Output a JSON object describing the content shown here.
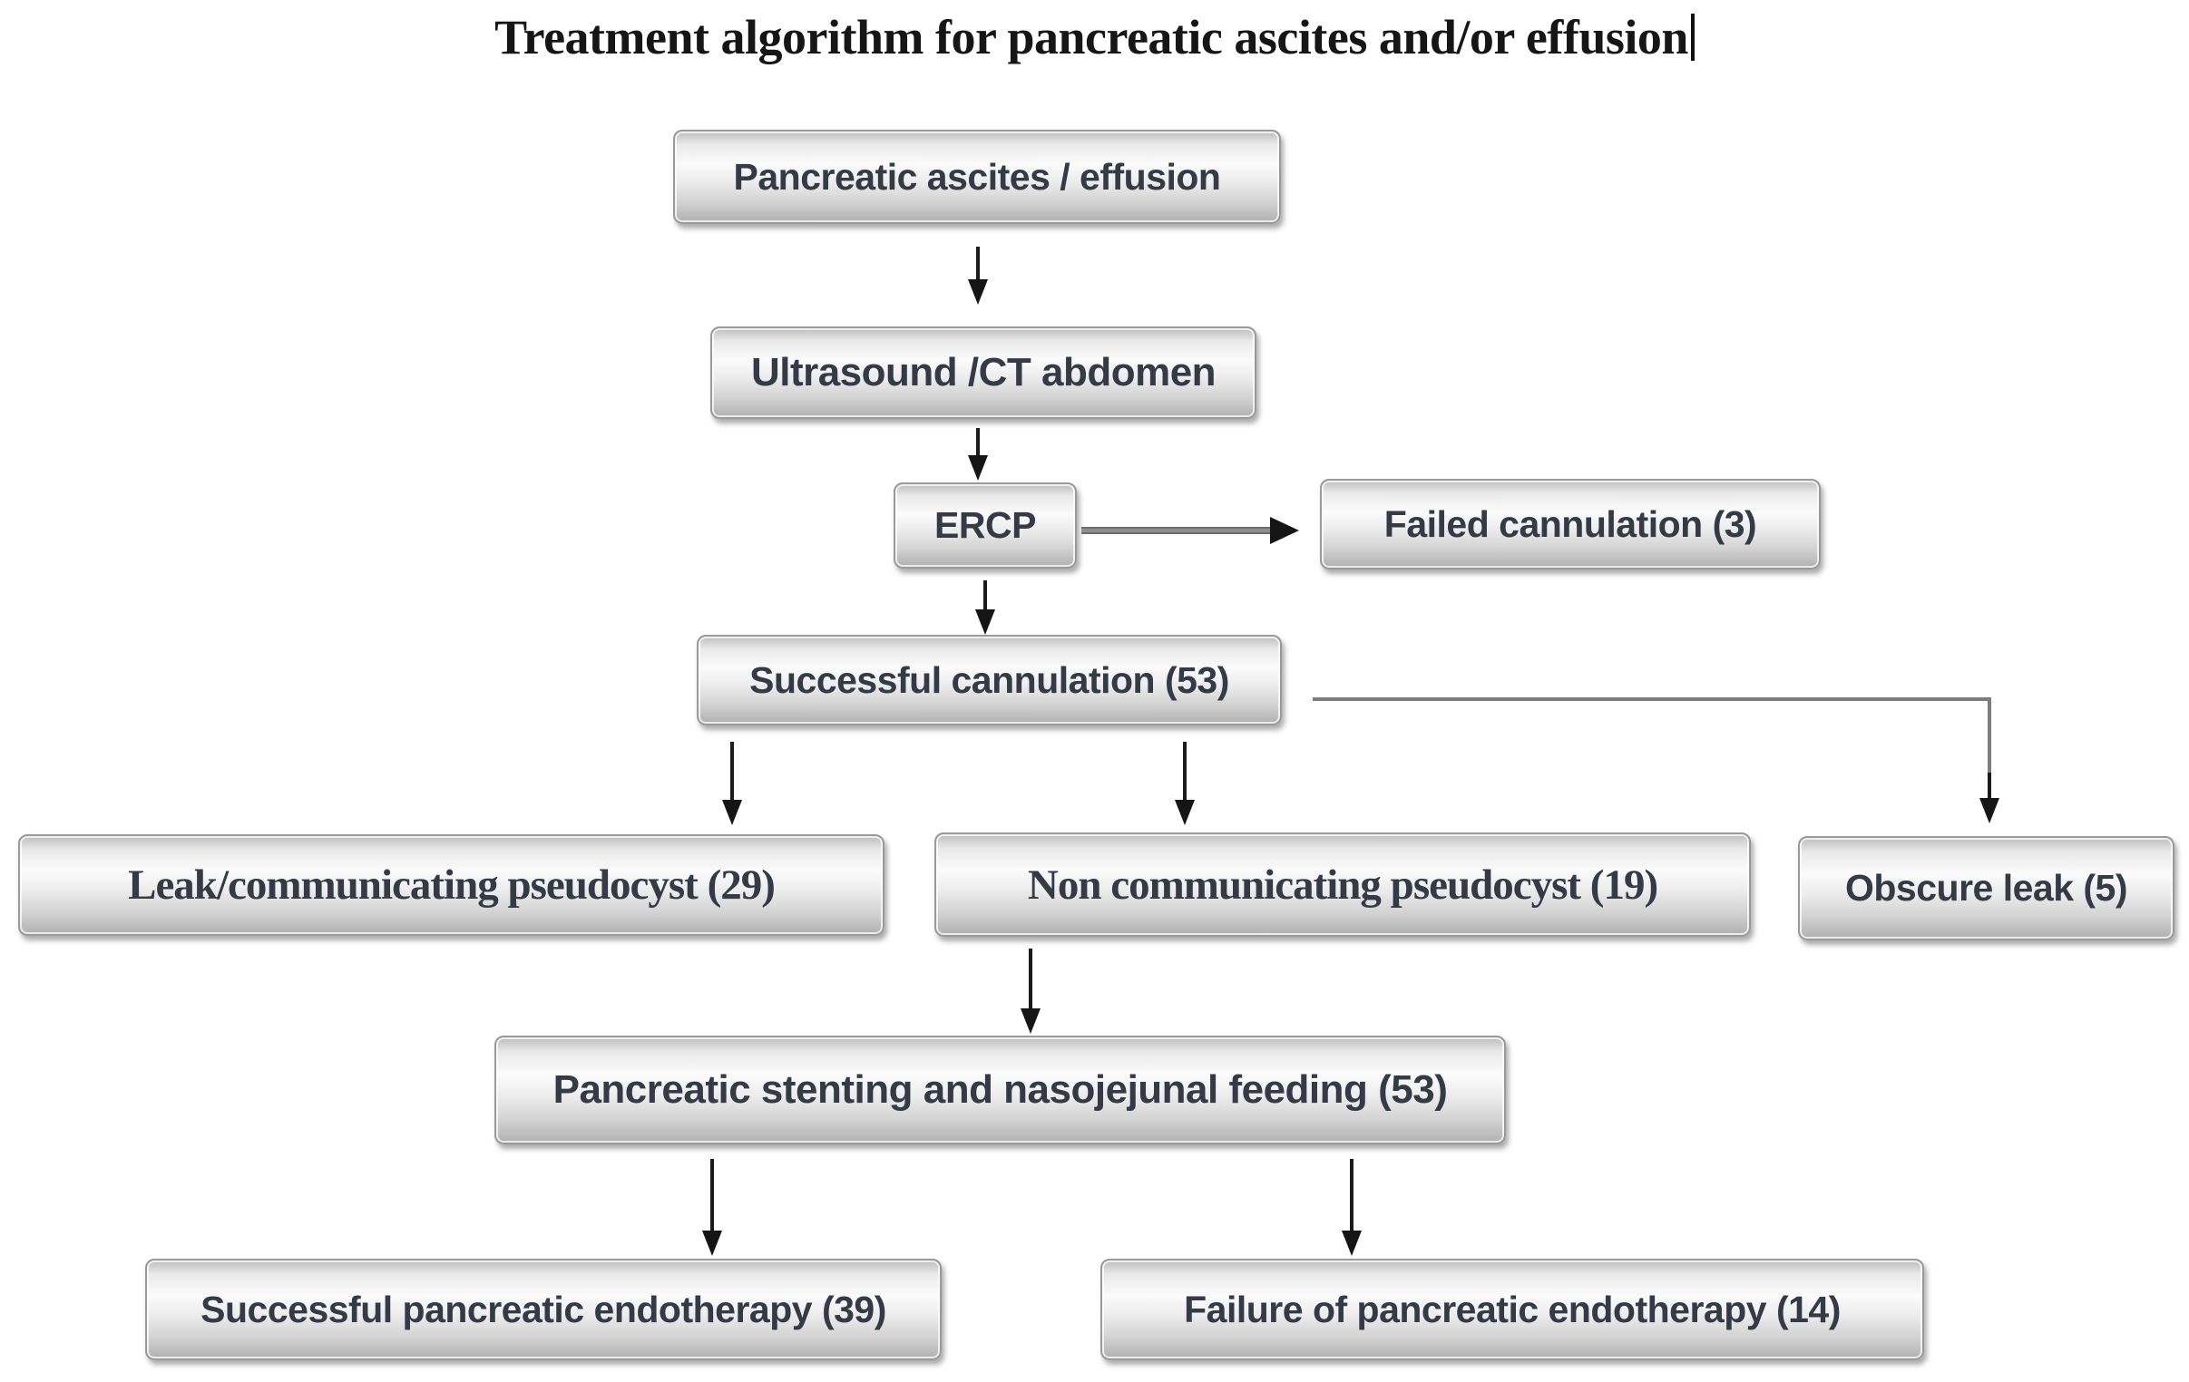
{
  "title": "Treatment algorithm for pancreatic ascites and/or effusion",
  "nodes": {
    "ascites": {
      "label": "Pancreatic ascites / effusion"
    },
    "ultrasound": {
      "label": "Ultrasound /CT abdomen"
    },
    "ercp": {
      "label": "ERCP"
    },
    "failed": {
      "label": "Failed cannulation (3)"
    },
    "successful": {
      "label": "Successful cannulation (53)"
    },
    "leak": {
      "label": "Leak/communicating pseudocyst (29)"
    },
    "noncomm": {
      "label": "Non communicating pseudocyst (19)"
    },
    "obscure": {
      "label": "Obscure leak (5)"
    },
    "stenting": {
      "label": "Pancreatic stenting and nasojejunal feeding (53)"
    },
    "successEndo": {
      "label": "Successful pancreatic endotherapy (39)"
    },
    "failureEndo": {
      "label": "Failure of pancreatic endotherapy (14)"
    }
  },
  "edges": [
    {
      "from": "ascites",
      "to": "ultrasound"
    },
    {
      "from": "ultrasound",
      "to": "ercp"
    },
    {
      "from": "ercp",
      "to": "failed"
    },
    {
      "from": "ercp",
      "to": "successful"
    },
    {
      "from": "successful",
      "to": "leak"
    },
    {
      "from": "successful",
      "to": "noncomm"
    },
    {
      "from": "successful",
      "to": "obscure"
    },
    {
      "from": "noncomm",
      "to": "stenting"
    },
    {
      "from": "stenting",
      "to": "successEndo"
    },
    {
      "from": "stenting",
      "to": "failureEndo"
    }
  ],
  "colors": {
    "background": "#ffffff",
    "box_border": "#9a9a9a",
    "box_fill_top": "#bdbdbd",
    "box_fill_mid": "#fbfbfb",
    "box_fill_bottom": "#b0b0b0",
    "box_text": "#343a46",
    "title_text": "#161616",
    "arrow": "#151515",
    "connector_line": "#7d7d7d"
  }
}
